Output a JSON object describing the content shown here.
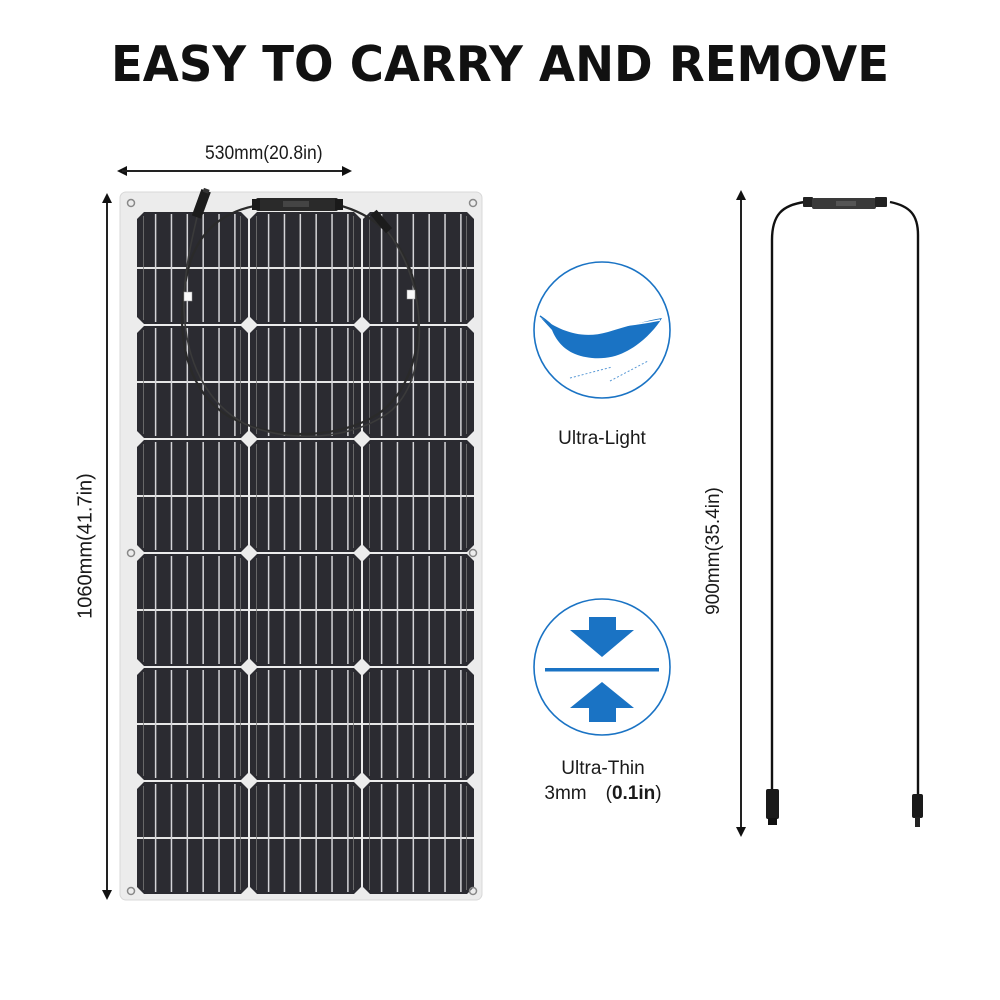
{
  "title": "EASY TO CARRY AND REMOVE",
  "dimensions": {
    "width_label": "530mm(20.8in)",
    "height_label": "1060mm(41.7in)",
    "cable_length_label": "900mm(35.4in)"
  },
  "features": [
    {
      "icon": "feather-icon",
      "label": "Ultra-Light"
    },
    {
      "icon": "compress-arrows-icon",
      "label": "Ultra-Thin",
      "sub_prefix": "3mm　(",
      "sub_value": "0.1in",
      "sub_suffix": ")"
    }
  ],
  "panel": {
    "columns": 3,
    "rows": 6,
    "busbars_per_cell": 6
  },
  "colors": {
    "accent_blue": "#1a73c4",
    "cell_dark": "#2b2b31",
    "panel_frame": "#ececec",
    "cable": "#1e1e1e"
  }
}
